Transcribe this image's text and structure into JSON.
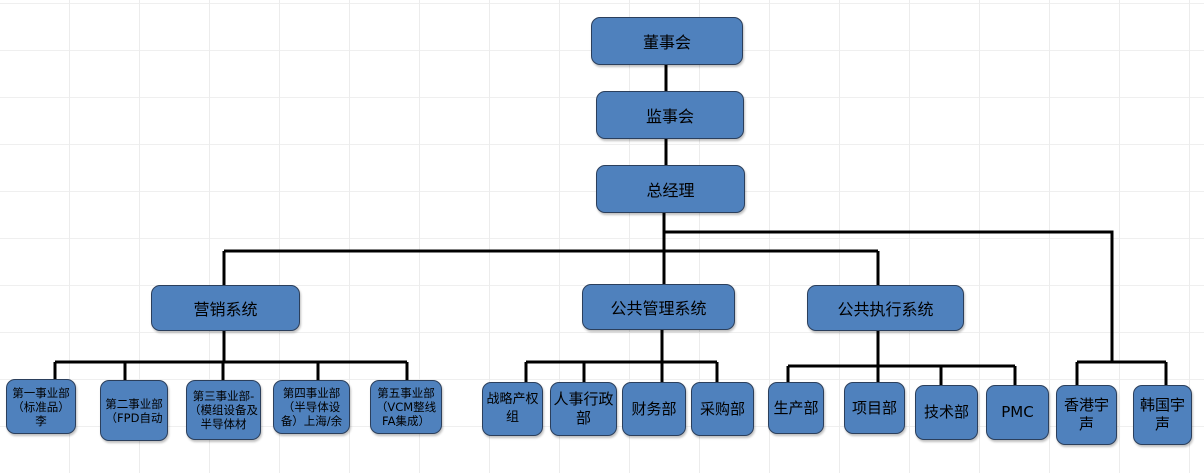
{
  "top": {
    "board": "董事会",
    "supervisors": "监事会",
    "gm": "总经理"
  },
  "systems": {
    "sales": "营销系统",
    "admin": "公共管理系统",
    "exec": "公共执行系统"
  },
  "sales_units": [
    "第一事业部（标准品）李",
    "第二事业部（FPD自动",
    "第三事业部-（模组设备及半导体材",
    "第四事业部（半导体设备）上海/余",
    "第五事业部（VCM整线FA集成）"
  ],
  "admin_units": [
    "战略产权组",
    "人事行政部",
    "财务部",
    "采购部"
  ],
  "exec_units": [
    "生产部",
    "项目部",
    "技术部",
    "PMC"
  ],
  "subsidiaries": [
    "香港宇声",
    "韩国宇声"
  ],
  "colors": {
    "box": "#4f81bd",
    "line": "#000000"
  }
}
